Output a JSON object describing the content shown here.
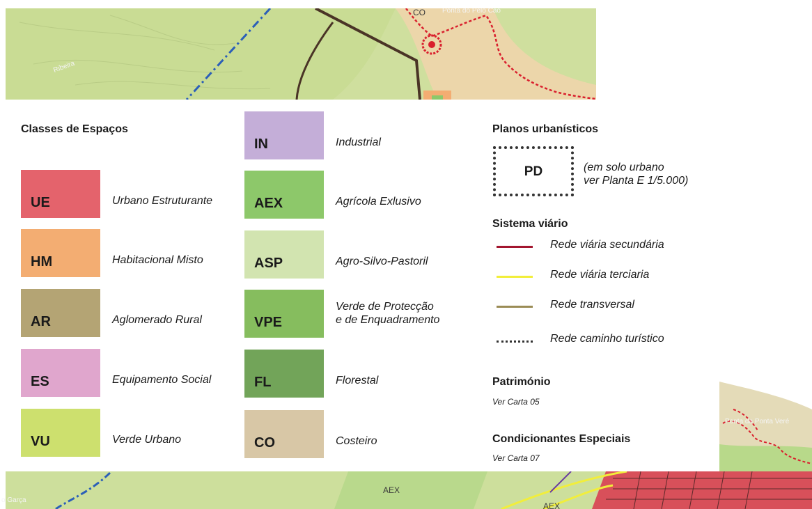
{
  "map_labels": {
    "top_place": "Ponta do Pêlo Cão",
    "top_code": "CO",
    "river": "Ribeira",
    "right_place": "Ponta da Ponta Veré",
    "bottom_left_place": "o Garça",
    "bottom_code_1": "AEX",
    "bottom_code_2": "AEX"
  },
  "legend": {
    "classes_heading": "Classes de Espaços",
    "classes": [
      {
        "code": "UE",
        "name": "Urbano Estruturante",
        "color": "#e4636c"
      },
      {
        "code": "HM",
        "name": "Habitacional Misto",
        "color": "#f3ad72"
      },
      {
        "code": "AR",
        "name": "Aglomerado Rural",
        "color": "#b4a474"
      },
      {
        "code": "ES",
        "name": "Equipamento Social",
        "color": "#e0a6cd"
      },
      {
        "code": "VU",
        "name": "Verde Urbano",
        "color": "#cde06e"
      },
      {
        "code": "IN",
        "name": "Industrial",
        "color": "#c4aed8"
      },
      {
        "code": "AEX",
        "name": "Agrícola Exlusivo",
        "color": "#8dc86a"
      },
      {
        "code": "ASP",
        "name": "Agro-Silvo-Pastoril",
        "color": "#d2e4b0"
      },
      {
        "code": "VPE",
        "name_line1": "Verde de Protecção",
        "name_line2": "e de Enquadramento",
        "color": "#86bd5e"
      },
      {
        "code": "FL",
        "name": "Florestal",
        "color": "#72a459"
      },
      {
        "code": "CO",
        "name": "Costeiro",
        "color": "#d8c7a6"
      }
    ],
    "plans": {
      "heading": "Planos urbanísticos",
      "code": "PD",
      "note_line1": "(em solo urbano",
      "note_line2": "ver Planta E 1/5.000)"
    },
    "roads": {
      "heading": "Sistema viário",
      "items": [
        {
          "name": "Rede viária secundária",
          "color": "#a3162f",
          "style": "solid"
        },
        {
          "name": "Rede viária terciaria",
          "color": "#f2ee3a",
          "style": "solid"
        },
        {
          "name": "Rede transversal",
          "color": "#9a8c55",
          "style": "solid"
        },
        {
          "name": "Rede caminho turístico",
          "color": "#333333",
          "style": "dotted"
        }
      ]
    },
    "heritage": {
      "heading": "Património",
      "note": "Ver Carta 05"
    },
    "special": {
      "heading": "Condicionantes Especiais",
      "note": "Ver Carta 07"
    }
  }
}
